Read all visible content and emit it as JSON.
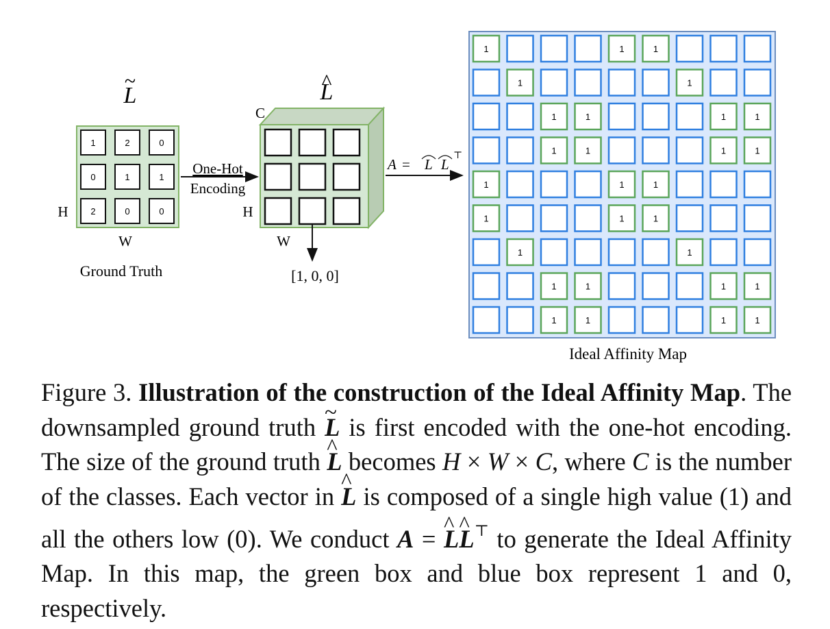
{
  "figure": {
    "left_panel": {
      "symbol": "L",
      "accent": "~",
      "grid": [
        [
          "1",
          "2",
          "0"
        ],
        [
          "0",
          "1",
          "1"
        ],
        [
          "2",
          "0",
          "0"
        ]
      ],
      "h_label": "H",
      "w_label": "W",
      "caption": "Ground Truth"
    },
    "arrow1_label": [
      "One-Hot",
      "Encoding"
    ],
    "middle_panel": {
      "symbol": "L",
      "accent": "^",
      "c_label": "C",
      "h_label": "H",
      "w_label": "W",
      "vector_label": "[1, 0, 0]"
    },
    "arrow2_label": {
      "lhs": "A",
      "eq": "=",
      "symbol": "L",
      "transpose": "⊤"
    },
    "affinity_map": {
      "caption": "Ideal Affinity Map",
      "one_label": "1",
      "pixel_classes": [
        1,
        2,
        0,
        0,
        1,
        1,
        2,
        0,
        0
      ]
    },
    "colors": {
      "green_fill": "#d5e8d4",
      "green_stroke": "#82b366",
      "blue_fill": "#dae8fc",
      "blue_stroke": "#6c8ebf",
      "box_green": "#5aa55a",
      "box_blue": "#2f7fe0"
    }
  },
  "caption": {
    "figure_num": "Figure 3.",
    "bold_title": "Illustration of the construction of the Ideal Affinity Map",
    "t1": ". The downsampled ground truth ",
    "sym_L": "L",
    "tilde": "~",
    "hat": "^",
    "t2": " is first encoded with the one-hot encoding. The size of the ground truth ",
    "t3": " becomes ",
    "H": "H",
    "times": "×",
    "W": "W",
    "C": "C",
    "t4": ", where ",
    "t5": " is the number of the classes. Each vector in ",
    "t6": " is composed of a single high value (1) and all the others low (0). We conduct ",
    "A": "A",
    "eq": "=",
    "top": "⊤",
    "t7": " to generate the Ideal Affinity Map. In this map, the green box and blue box represent 1 and 0, respectively."
  }
}
